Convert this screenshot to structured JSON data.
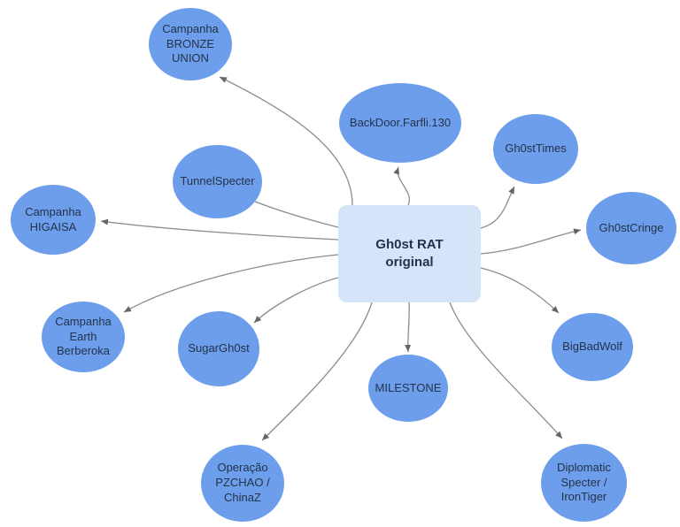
{
  "diagram": {
    "center_node": {
      "label": "Gh0st RAT\noriginal"
    },
    "nodes": [
      {
        "id": "campanha-bronze-union",
        "label": "Campanha\nBRONZE\nUNION"
      },
      {
        "id": "backdoor-farfli-130",
        "label": "BackDoor.Farfli.130"
      },
      {
        "id": "gh0sttimes",
        "label": "Gh0stTimes"
      },
      {
        "id": "gh0stcringe",
        "label": "Gh0stCringe"
      },
      {
        "id": "tunnelspecter",
        "label": "TunnelSpecter"
      },
      {
        "id": "campanha-higaisa",
        "label": "Campanha\nHIGAISA"
      },
      {
        "id": "campanha-earth-berberoka",
        "label": "Campanha\nEarth\nBerberoka"
      },
      {
        "id": "sugargh0st",
        "label": "SugarGh0st"
      },
      {
        "id": "milestone",
        "label": "MILESTONE"
      },
      {
        "id": "bigbadwolf",
        "label": "BigBadWolf"
      },
      {
        "id": "operacao-pzchao-chinaz",
        "label": "Operação\nPZCHAO /\nChinaZ"
      },
      {
        "id": "diplomatic-specter-irontiger",
        "label": "Diplomatic\nSpecter /\nIronTiger"
      }
    ],
    "colors": {
      "node_fill": "#6d9eeb",
      "center_fill": "#d5e5f9",
      "edge": "#8c8c8c",
      "arrow": "#666666",
      "text": "#24324a",
      "background": "#ffffff"
    }
  }
}
